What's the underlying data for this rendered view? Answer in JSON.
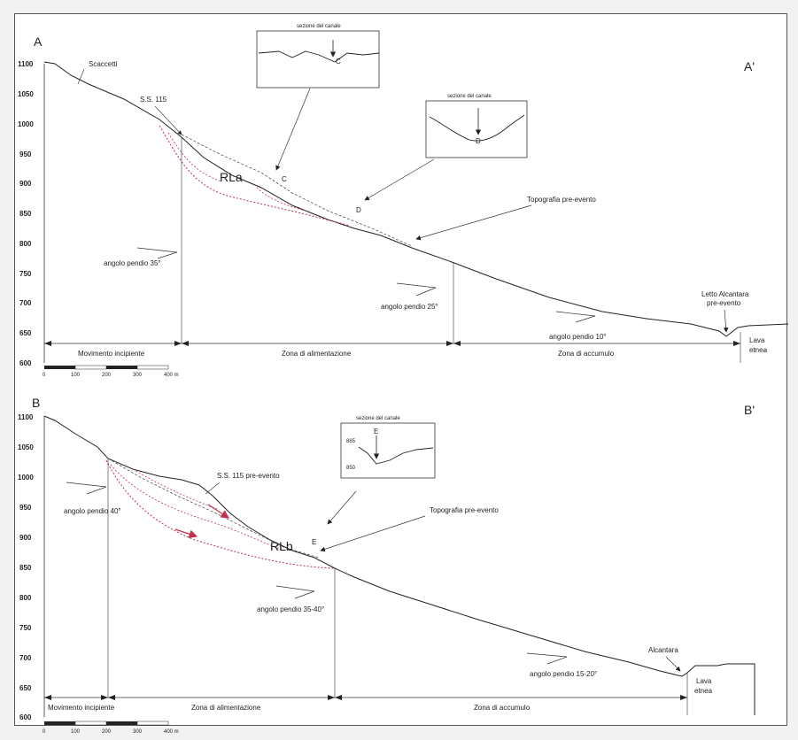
{
  "panelA": {
    "label_left": "A",
    "label_right": "A'",
    "y_axis_ticks": [
      "1100",
      "1050",
      "1000",
      "950",
      "900",
      "850",
      "800",
      "750",
      "700",
      "650",
      "600"
    ],
    "place_top": "Scaccetti",
    "road_label": "S.S. 115",
    "body_label": "RLa",
    "marker_c": "C",
    "marker_d": "D",
    "inset_c_title": "sezione del canale",
    "inset_c_marker": "C",
    "inset_d_title": "sezione del canale",
    "inset_d_marker": "D",
    "topo_label": "Topografia pre-evento",
    "slope1": "angolo pendio 35°",
    "slope2": "angolo pendio 25°",
    "slope3": "angolo pendio 10°",
    "river_label_1": "Letto Alcantara",
    "river_label_2": "pre-evento",
    "lava_1": "Lava",
    "lava_2": "etnea",
    "zone1": "Movimento incipiente",
    "zone2": "Zona di alimentazione",
    "zone3": "Zona di accumulo",
    "scale_labels": [
      "0",
      "100",
      "200",
      "300",
      "400 m"
    ]
  },
  "panelB": {
    "label_left": "B",
    "label_right": "B'",
    "y_axis_ticks": [
      "1100",
      "1050",
      "1000",
      "950",
      "900",
      "850",
      "800",
      "750",
      "700",
      "650",
      "600"
    ],
    "road_label": "S.S. 115 pre-evento",
    "body_label": "RLb",
    "marker_e": "E",
    "inset_e_title": "sezione del canale",
    "inset_e_marker": "E",
    "inset_e_ticks": [
      "885",
      "850"
    ],
    "topo_label": "Topografia pre-evento",
    "slope1": "angolo pendio 40°",
    "slope2": "angolo pendio 35-40°",
    "slope3": "angolo pendio 15-20°",
    "river_label": "Alcantara",
    "lava_1": "Lava",
    "lava_2": "etnea",
    "zone1": "Movimento incipiente",
    "zone2": "Zona di alimentazione",
    "zone3": "Zona di accumulo",
    "scale_labels": [
      "0",
      "100",
      "200",
      "300",
      "400 m"
    ]
  },
  "colors": {
    "profile": "#222222",
    "failure_surface": "#c0304a",
    "preevent": "#444444"
  }
}
